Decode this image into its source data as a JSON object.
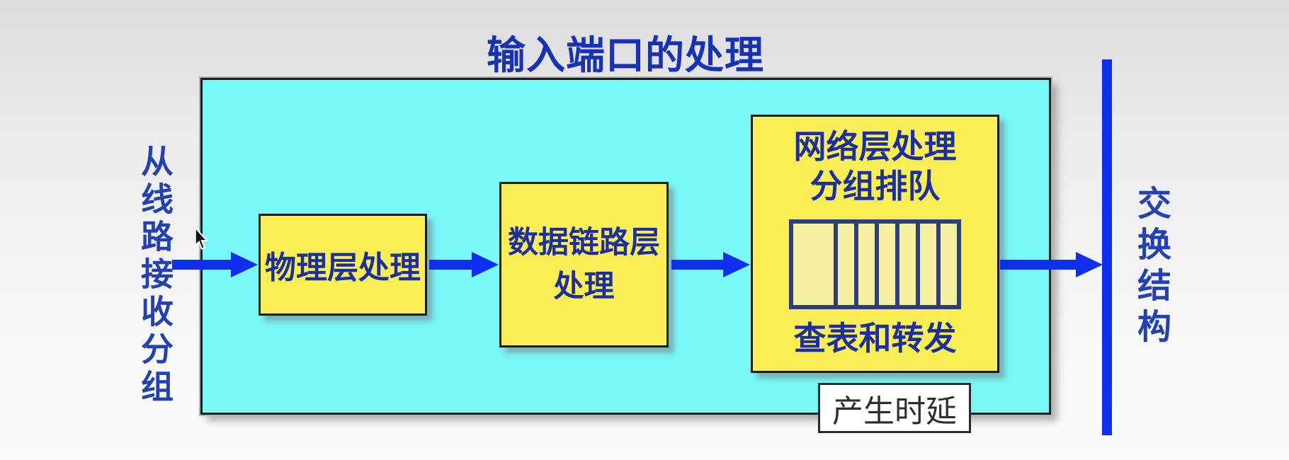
{
  "title": "输入端口的处理",
  "left_label": "从线路接收分组",
  "right_label": "交换结构",
  "pipeline": {
    "physical_box": "物理层处理",
    "datalink_box_line1": "数据链路层",
    "datalink_box_line2": "处理",
    "network_box_line1": "网络层处理",
    "network_box_line2": "分组排队",
    "network_box_caption": "查表和转发",
    "queue": {
      "empty_lead_cell": true,
      "slot_count": 6
    }
  },
  "note": "产生时延",
  "icons": {
    "cursor": "mouse-pointer-icon",
    "arrows": "right-arrow-icon"
  },
  "colors": {
    "background_top": "#dcdcde",
    "background_bottom": "#f7f7f7",
    "panel_cyan": "#79f8f8",
    "box_yellow": "#f9ee55",
    "queue_fill": "#f6f0a0",
    "queue_line": "#2b3e7e",
    "arrow_blue": "#0f2fee",
    "title_blue": "#1732b4",
    "label_blue": "#2341b5",
    "box_text_navy": "#1d2f9e",
    "note_text": "#2e2e2e",
    "border_black": "#1c1c1c"
  }
}
